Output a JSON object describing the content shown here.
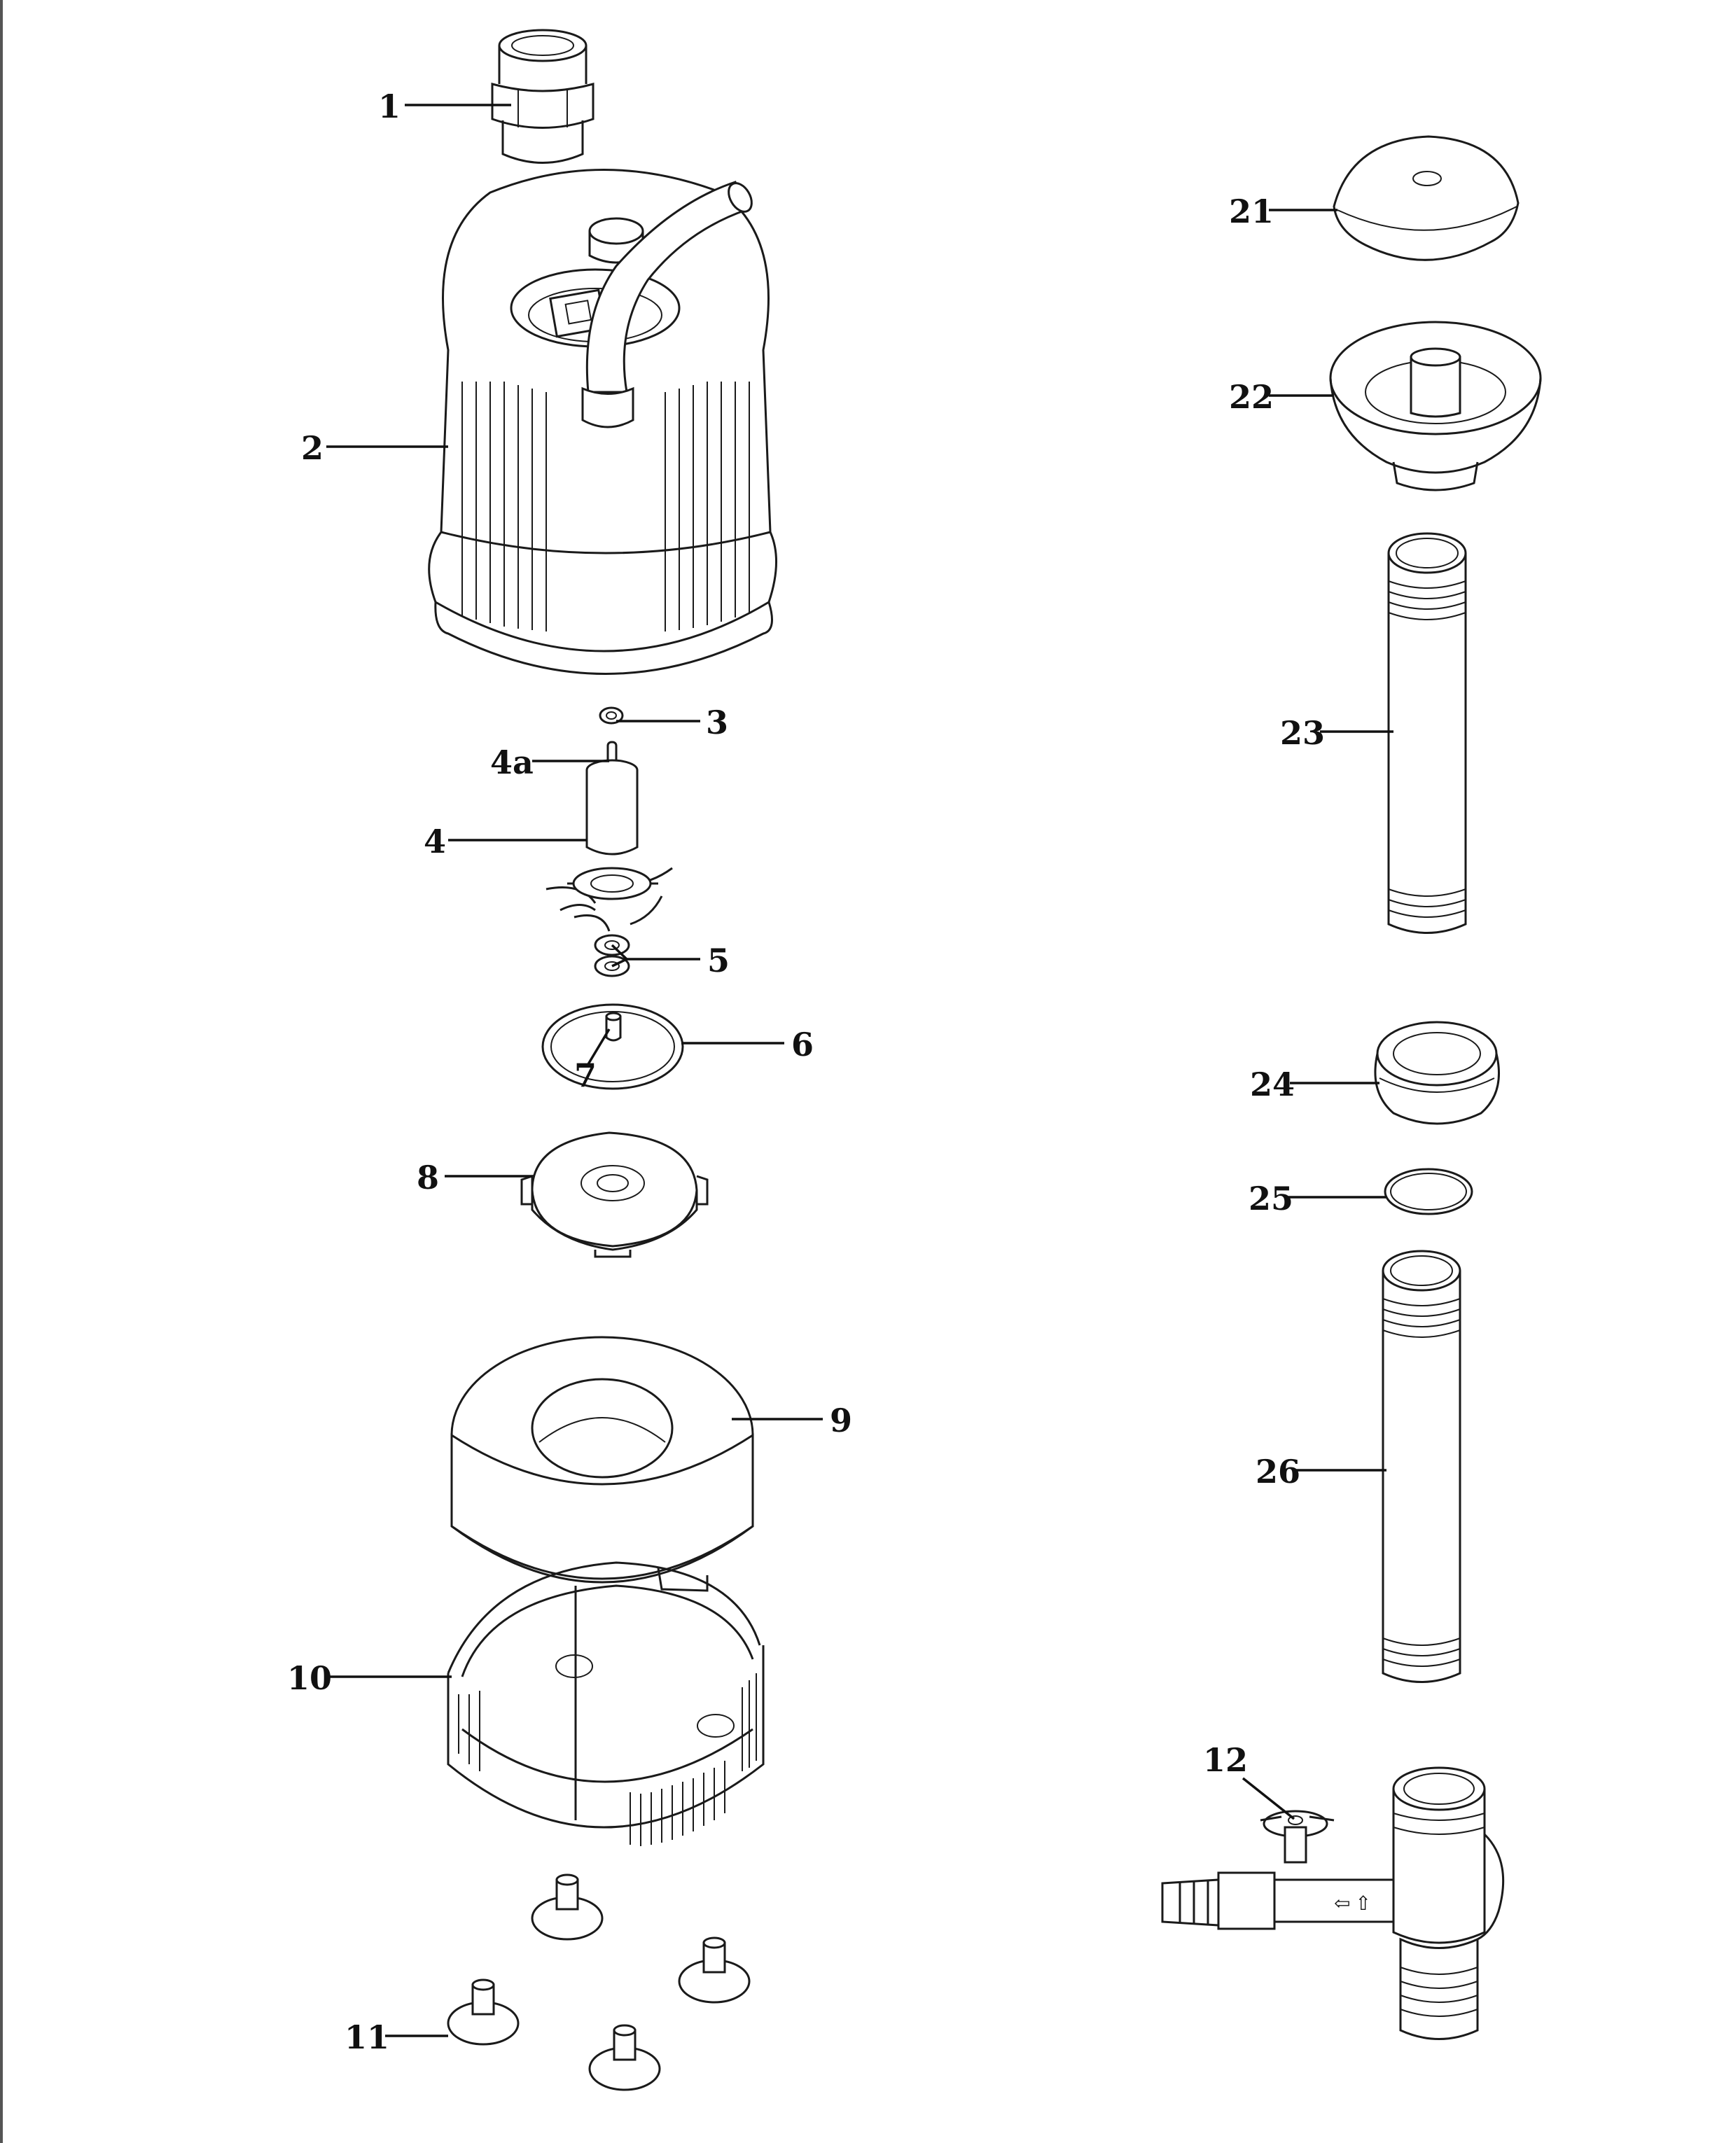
{
  "diagram": {
    "callouts": [
      {
        "id": "1",
        "label": "1"
      },
      {
        "id": "2",
        "label": "2"
      },
      {
        "id": "3",
        "label": "3"
      },
      {
        "id": "4a",
        "label": "4a"
      },
      {
        "id": "4",
        "label": "4"
      },
      {
        "id": "5",
        "label": "5"
      },
      {
        "id": "6",
        "label": "6"
      },
      {
        "id": "7",
        "label": "7"
      },
      {
        "id": "8",
        "label": "8"
      },
      {
        "id": "9",
        "label": "9"
      },
      {
        "id": "10",
        "label": "10"
      },
      {
        "id": "11",
        "label": "11"
      },
      {
        "id": "12",
        "label": "12"
      },
      {
        "id": "21",
        "label": "21"
      },
      {
        "id": "22",
        "label": "22"
      },
      {
        "id": "23",
        "label": "23"
      },
      {
        "id": "24",
        "label": "24"
      },
      {
        "id": "25",
        "label": "25"
      },
      {
        "id": "26",
        "label": "26"
      }
    ]
  }
}
